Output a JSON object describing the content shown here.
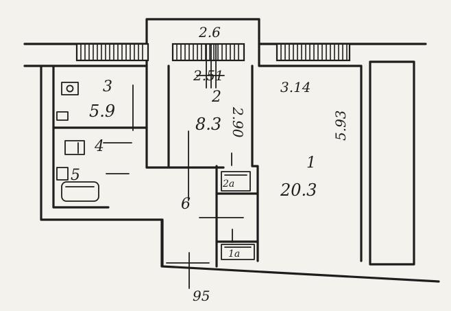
{
  "plan": {
    "dimensions": {
      "top_width": "2.6",
      "bottom_width": "95",
      "kitchen_width": "2.51",
      "kitchen_depth": "2.90",
      "living_width": "3.14",
      "living_depth": "5.93"
    },
    "rooms": {
      "bathroom": {
        "number": "3",
        "area": "5.9"
      },
      "kitchen": {
        "number": "2",
        "area": "8.3"
      },
      "living": {
        "number": "1",
        "area": "20.3"
      },
      "toilet": {
        "number": "4"
      },
      "bath": {
        "number": "5"
      },
      "hall": {
        "number": "6"
      }
    },
    "closets": {
      "closet_2a": "2a",
      "closet_1a": "1a"
    }
  }
}
